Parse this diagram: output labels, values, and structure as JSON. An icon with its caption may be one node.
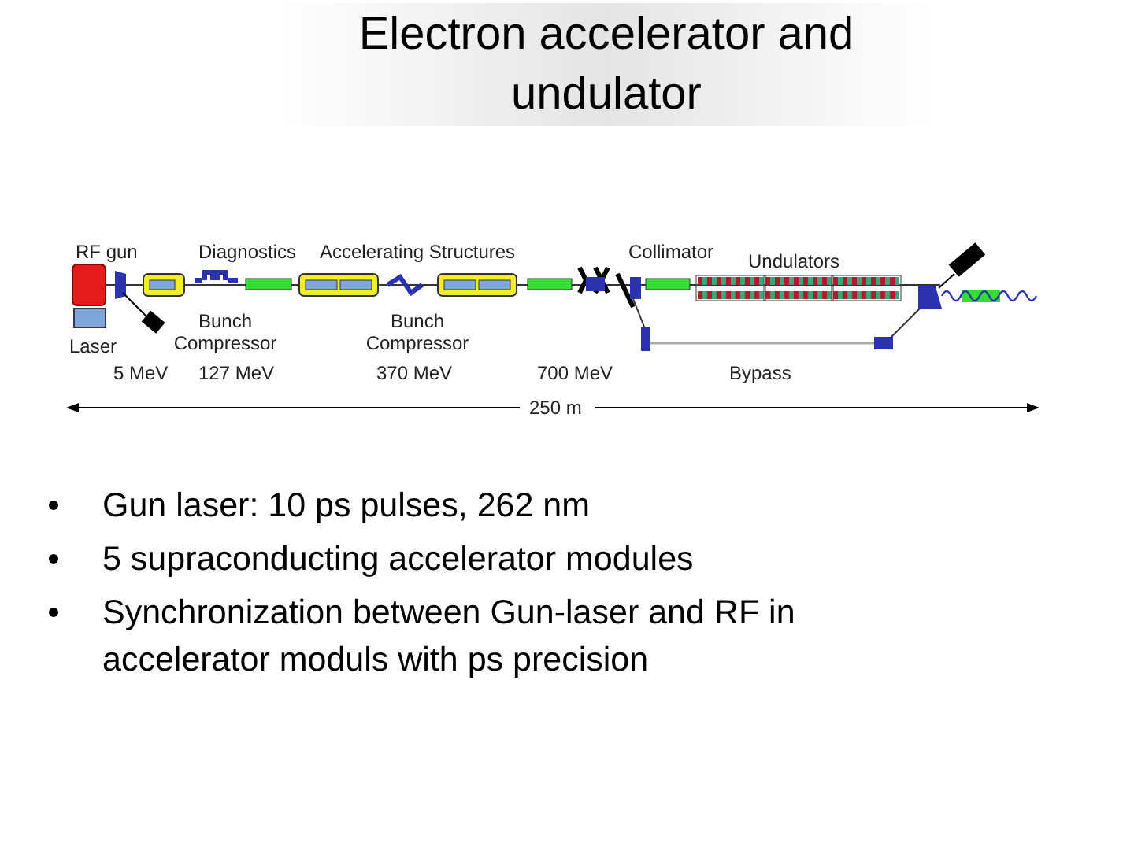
{
  "diagram": {
    "title": "Electron accelerator and undulator",
    "labels": [
      "RF gun",
      "Diagnostics",
      "Accelerating Structures",
      "Collimator",
      "Undulators",
      "Laser",
      "Bunch Compressor",
      "Bunch Compressor",
      "5 MeV",
      "127 MeV",
      "370 MeV",
      "700 MeV",
      "Bypass",
      "250 m",
      "Gun laser: 10 ps pulses, 262 nm",
      "5 supraconducting accelerator modules",
      "Synchronization between Gun-laser and RF in accelerator moduls with ps precision"
    ]
  }
}
